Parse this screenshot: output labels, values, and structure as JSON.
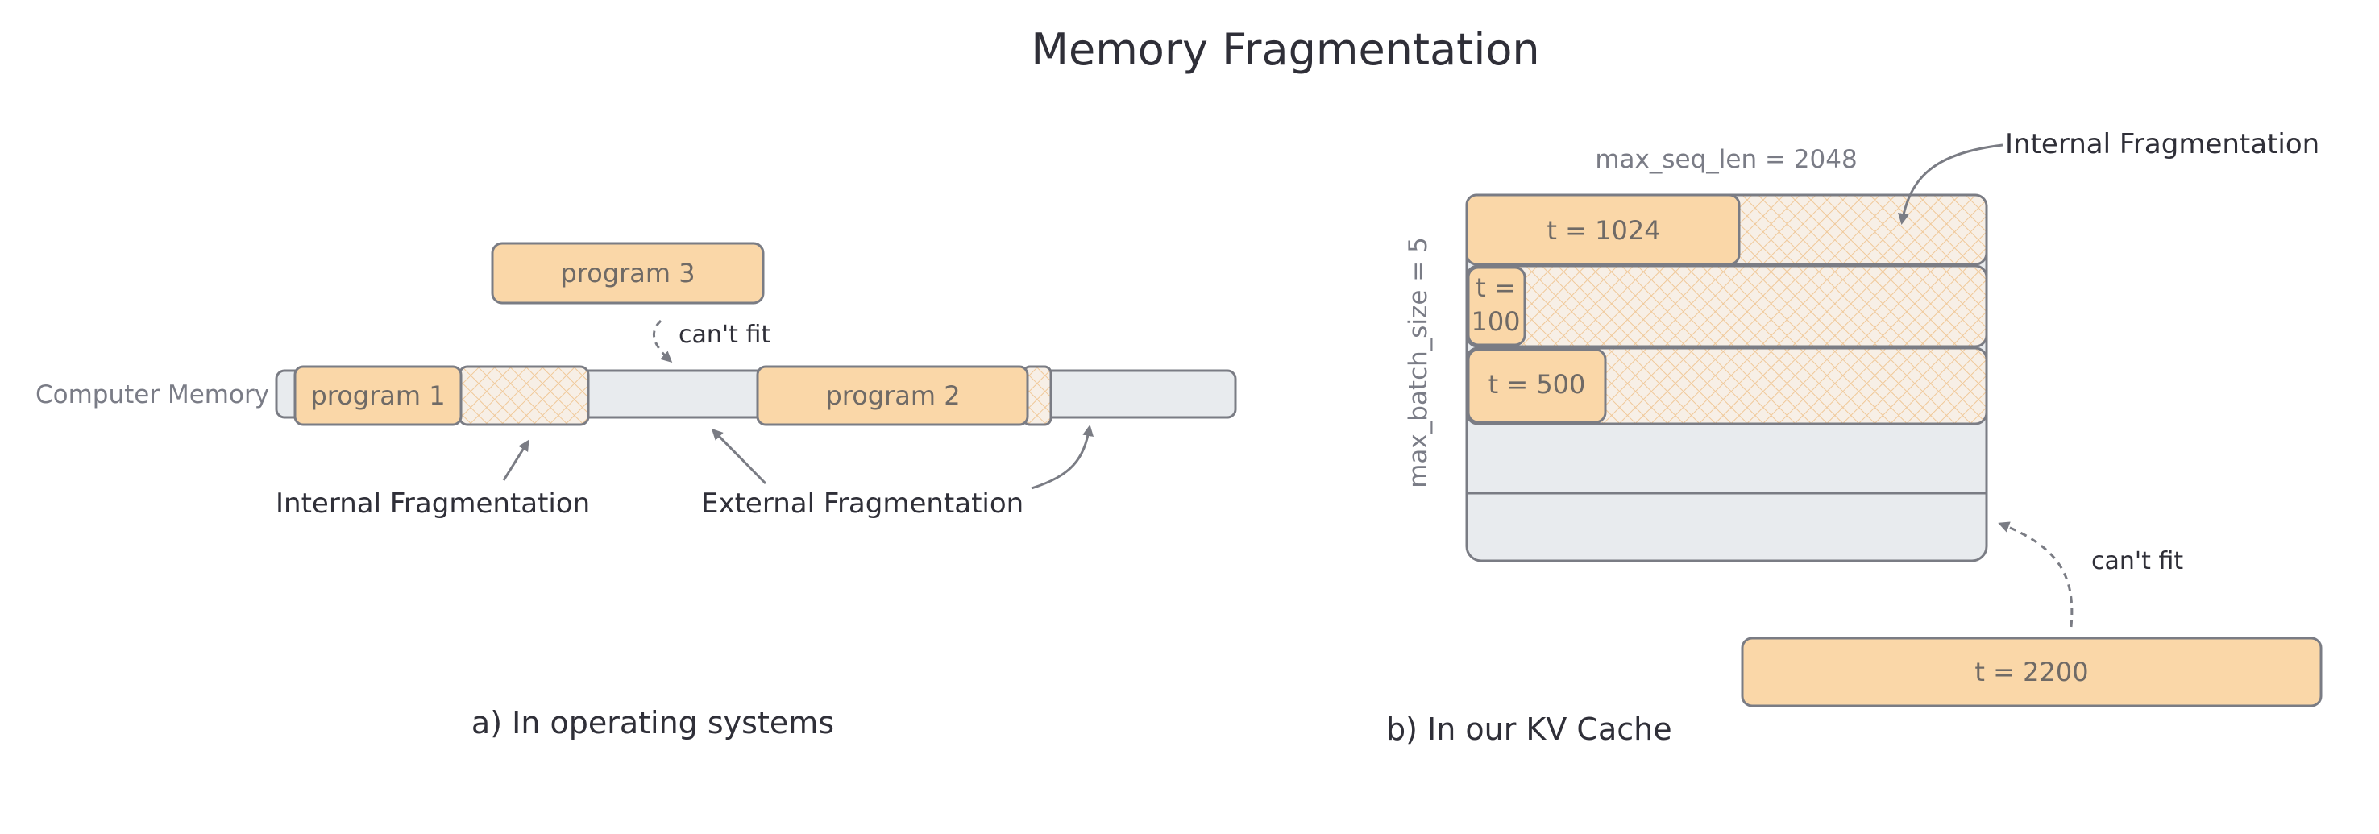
{
  "title": "Memory Fragmentation",
  "os_panel": {
    "memory_label": "Computer Memory",
    "program1": "program 1",
    "program2": "program 2",
    "program3": "program 3",
    "cant_fit": "can't fit",
    "internal_fragmentation": "Internal Fragmentation",
    "external_fragmentation": "External Fragmentation",
    "caption": "a) In operating systems"
  },
  "kv_panel": {
    "max_seq_len": "max_seq_len = 2048",
    "max_batch_size": "max_batch_size = 5",
    "internal_fragmentation": "Internal Fragmentation",
    "row1": "t = 1024",
    "row2_line1": "t =",
    "row2_line2": "100",
    "row3": "t = 500",
    "cant_fit": "can't fit",
    "waiting": "t = 2200",
    "caption": "b) In our KV Cache"
  },
  "colors": {
    "block_fill": "#fad7a8",
    "memory_fill": "#e8ebee",
    "stroke": "#7a7c84",
    "hatch": "#f3c99a"
  }
}
